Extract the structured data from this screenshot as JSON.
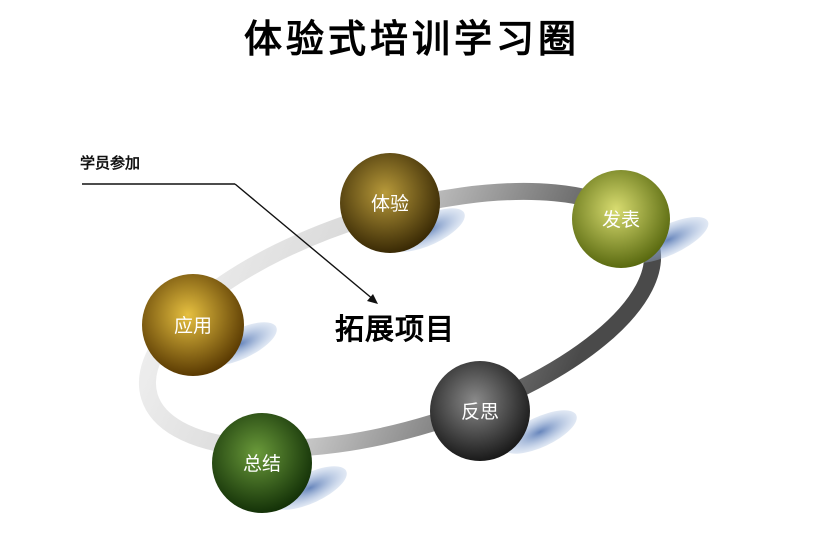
{
  "title": "体验式培训学习圈",
  "participant_label": "学员参加",
  "center_label": "拓展项目",
  "nodes": [
    {
      "label": "体验",
      "color_center": "#b89a3a",
      "color_edge": "#3a2a05"
    },
    {
      "label": "发表",
      "color_center": "#d8dc70",
      "color_edge": "#5a6a10"
    },
    {
      "label": "反思",
      "color_center": "#8a8a8a",
      "color_edge": "#1a1a1a"
    },
    {
      "label": "总结",
      "color_center": "#6a9a3a",
      "color_edge": "#143208"
    },
    {
      "label": "应用",
      "color_center": "#e6c040",
      "color_edge": "#5a3a02"
    }
  ],
  "colors": {
    "ring_light": "#f2f2f2",
    "ring_dark": "#555555",
    "shadow": "#7f9ac4"
  }
}
